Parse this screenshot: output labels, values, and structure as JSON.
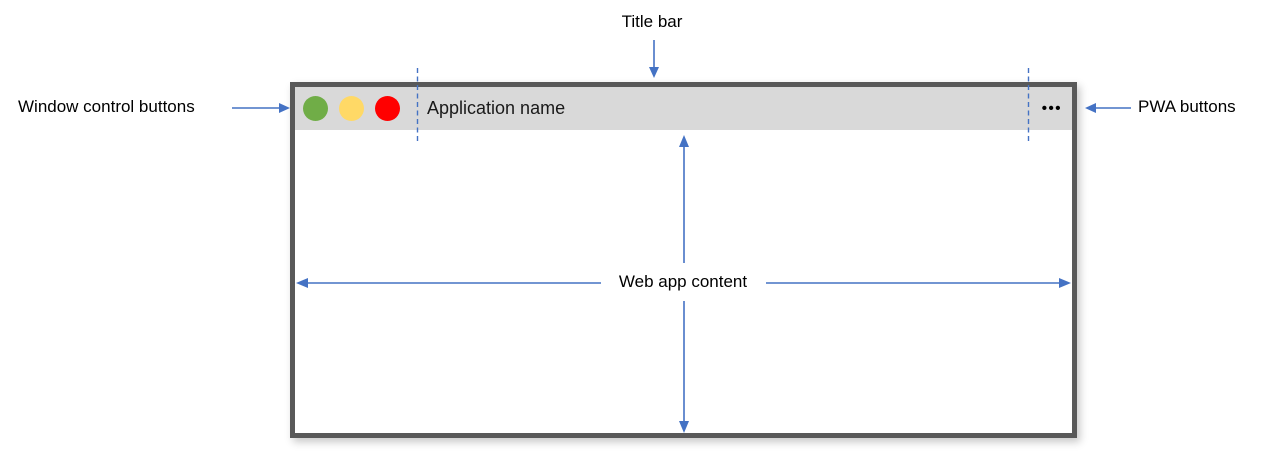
{
  "labels": {
    "title_bar": "Title bar",
    "window_control_buttons": "Window control buttons",
    "pwa_buttons": "PWA buttons",
    "web_app_content": "Web app content"
  },
  "window": {
    "app_name": "Application name",
    "pwa_menu_glyph": "•••"
  },
  "colors": {
    "arrow_blue": "#4472c4",
    "window_border": "#595959",
    "titlebar_bg": "#d9d9d9",
    "control_green": "#70ad47",
    "control_yellow": "#ffd966",
    "control_red": "#ff0000",
    "content_bg": "#ffffff",
    "label_text": "#000000"
  }
}
